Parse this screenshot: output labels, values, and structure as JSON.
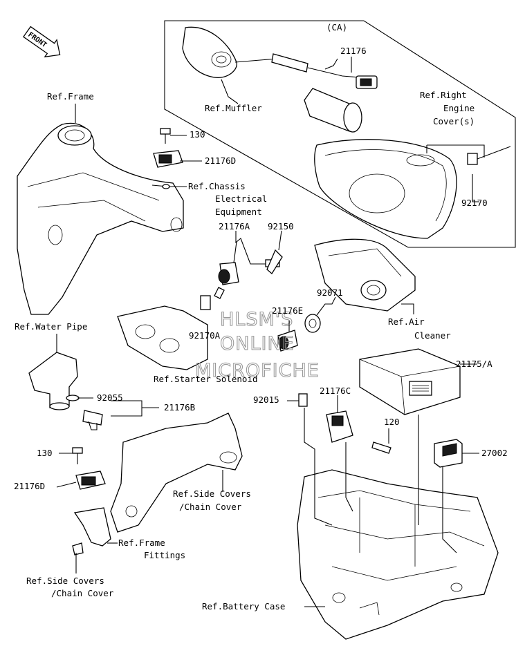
{
  "front_arrow_label": "FRONT",
  "watermark": [
    "HLSM'S",
    "ONLINE",
    "MICROFICHE"
  ],
  "callouts": {
    "ca": "(CA)",
    "p21176": "21176",
    "ref_muffler": "Ref.Muffler",
    "ref_right_engine_cover": [
      "Ref.Right",
      "Engine",
      "Cover(s)"
    ],
    "p92170": "92170",
    "ref_frame": "Ref.Frame",
    "p130_top": "130",
    "p21176d_top": "21176D",
    "ref_chassis": [
      "Ref.Chassis",
      "Electrical",
      "Equipment"
    ],
    "p21176a": "21176A",
    "p92150": "92150",
    "p92071": "92071",
    "p21176e": "21176E",
    "ref_air_cleaner": [
      "Ref.Air",
      "Cleaner"
    ],
    "ref_water_pipe": "Ref.Water Pipe",
    "p92170a": "92170A",
    "p21175a": "21175/A",
    "ref_starter_solenoid": "Ref.Starter Solenoid",
    "p92055": "92055",
    "p21176b": "21176B",
    "p92015": "92015",
    "p21176c": "21176C",
    "p120": "120",
    "p130_bottom": "130",
    "p27002": "27002",
    "ref_side_covers_1": [
      "Ref.Side Covers",
      "/Chain Cover"
    ],
    "p21176d_bottom": "21176D",
    "ref_frame_fittings": [
      "Ref.Frame",
      "Fittings"
    ],
    "ref_side_covers_2": [
      "Ref.Side Covers",
      "/Chain Cover"
    ],
    "ref_battery_case": "Ref.Battery Case"
  }
}
